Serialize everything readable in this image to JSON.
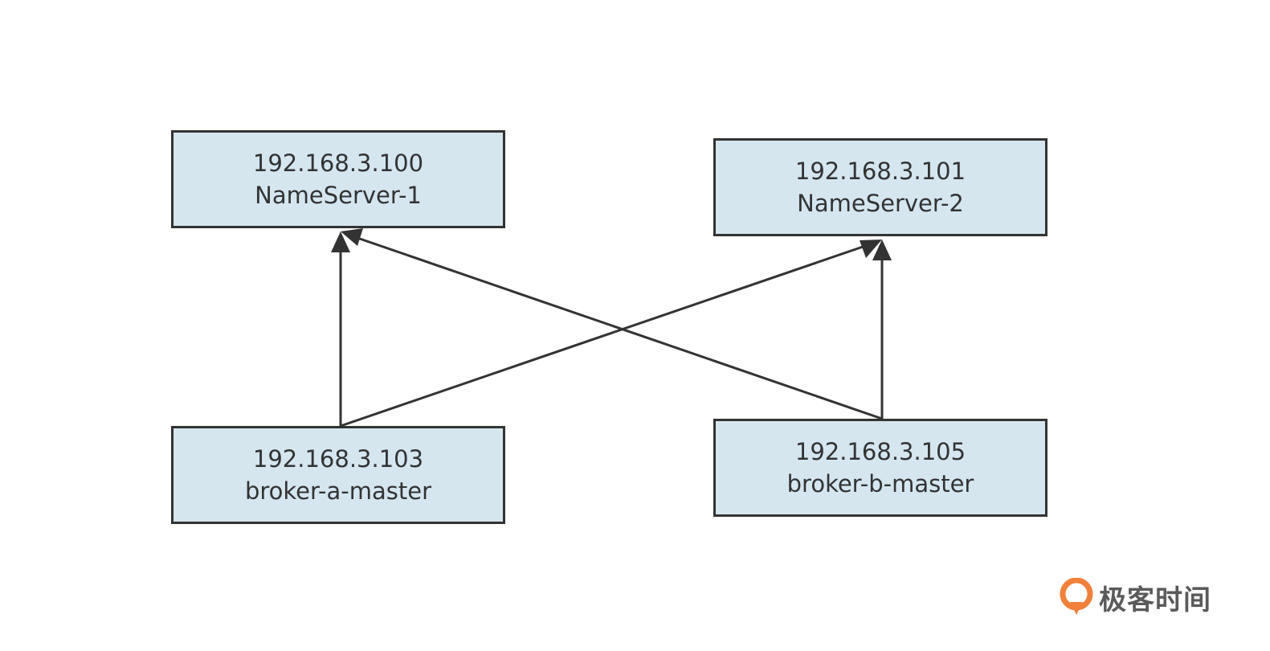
{
  "diagram": {
    "nodes": [
      {
        "id": "ns1",
        "ip": "192.168.3.100",
        "name": "NameServer-1"
      },
      {
        "id": "ns2",
        "ip": "192.168.3.101",
        "name": "NameServer-2"
      },
      {
        "id": "ba",
        "ip": "192.168.3.103",
        "name": "broker-a-master"
      },
      {
        "id": "bb",
        "ip": "192.168.3.105",
        "name": "broker-b-master"
      }
    ],
    "edges": [
      {
        "from": "ba",
        "to": "ns1"
      },
      {
        "from": "ba",
        "to": "ns2"
      },
      {
        "from": "bb",
        "to": "ns1"
      },
      {
        "from": "bb",
        "to": "ns2"
      }
    ]
  },
  "watermark": {
    "text": "极客时间",
    "icon": "geektime-logo-icon",
    "colors": {
      "icon_orange": "#f0803a",
      "text": "#5a5a5a"
    }
  },
  "colors": {
    "node_fill": "#d5e6ef",
    "stroke": "#333333"
  }
}
